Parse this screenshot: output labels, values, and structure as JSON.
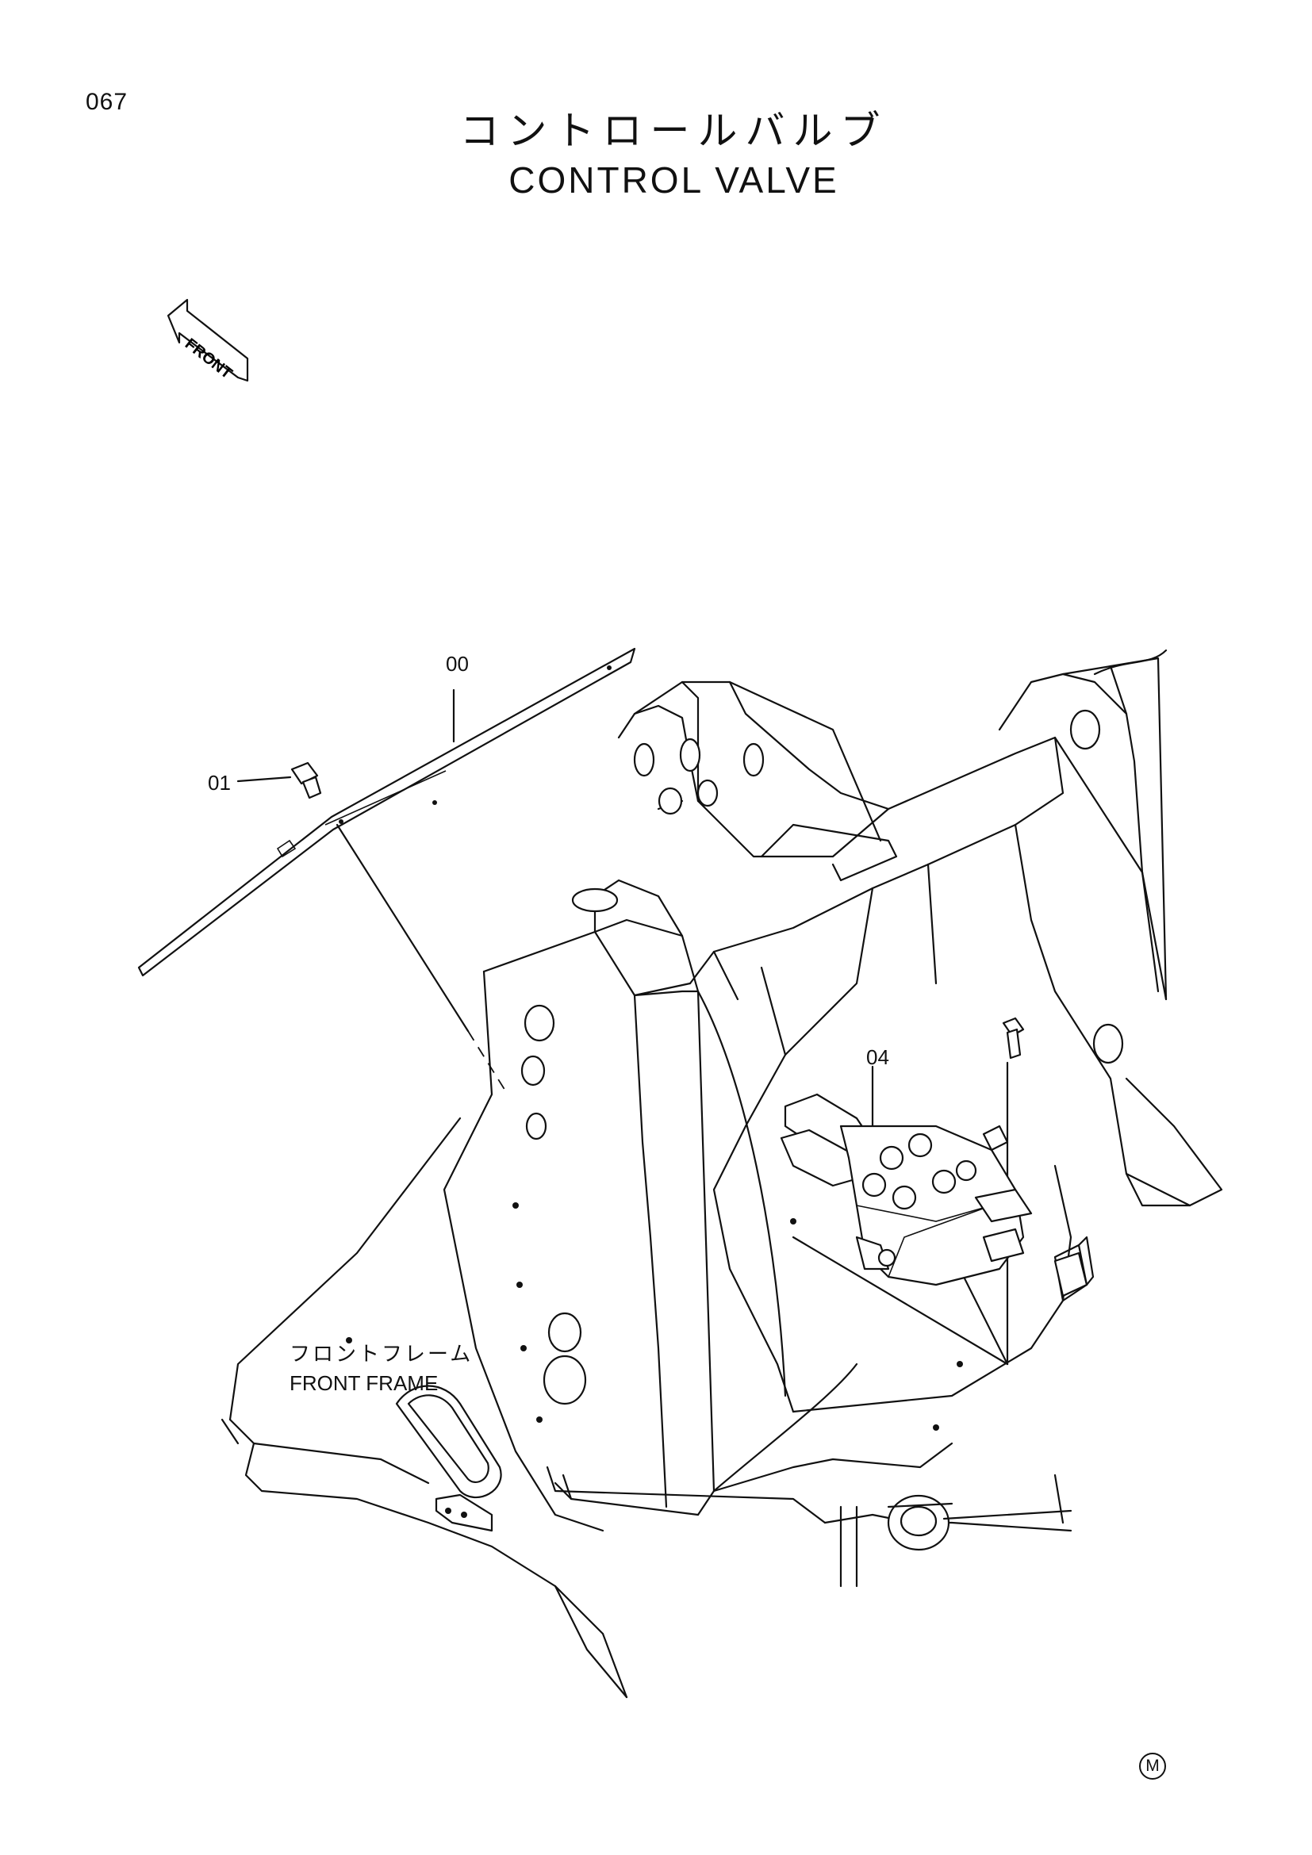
{
  "page": {
    "number": "067"
  },
  "title": {
    "japanese": "コントロールバルブ",
    "english": "CONTROL VALVE"
  },
  "direction": {
    "label": "FRONT"
  },
  "callouts": [
    {
      "id": "00",
      "label": "00"
    },
    {
      "id": "01",
      "label": "01"
    },
    {
      "id": "04",
      "label": "04"
    }
  ],
  "assembly_label": {
    "japanese": "フロントフレーム",
    "english": "FRONT FRAME"
  },
  "mark": "M"
}
